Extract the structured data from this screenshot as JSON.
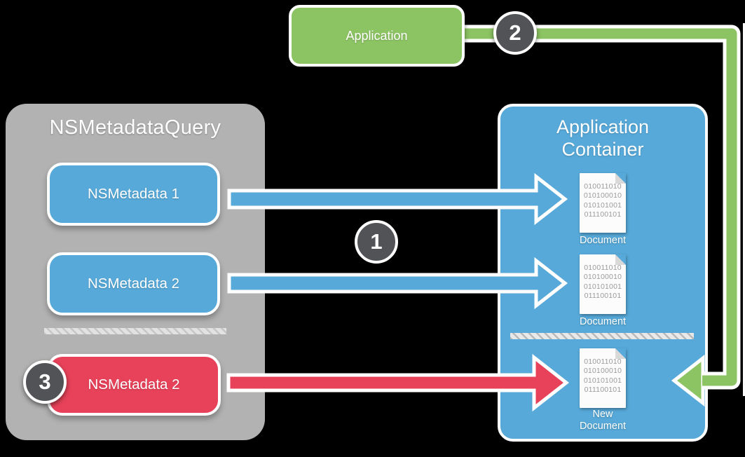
{
  "colors": {
    "background": "#000000",
    "green": "#8cc463",
    "blue": "#57a9d9",
    "red": "#e8425a",
    "panel_gray": "#b2b2b2",
    "step_circle": "#525356",
    "binary_text": "#9b9b9b",
    "white": "#ffffff"
  },
  "application_box": {
    "label": "Application"
  },
  "query_panel": {
    "title": "NSMetadataQuery",
    "items": [
      {
        "label": "NSMetadata 1"
      },
      {
        "label": "NSMetadata 2"
      },
      {
        "label": "NSMetadata 2"
      }
    ]
  },
  "app_container": {
    "title_line1": "Application",
    "title_line2": "Container",
    "documents": [
      {
        "binary": [
          "010011010",
          "010100010",
          "010101001",
          "011100101"
        ],
        "caption": "Document"
      },
      {
        "binary": [
          "010011010",
          "010100010",
          "010101001",
          "011100101"
        ],
        "caption": "Document"
      },
      {
        "binary": [
          "010011010",
          "010100010",
          "010101001",
          "011100101"
        ],
        "caption": "New Document"
      }
    ]
  },
  "steps": [
    {
      "number": "1"
    },
    {
      "number": "2"
    },
    {
      "number": "3"
    }
  ]
}
